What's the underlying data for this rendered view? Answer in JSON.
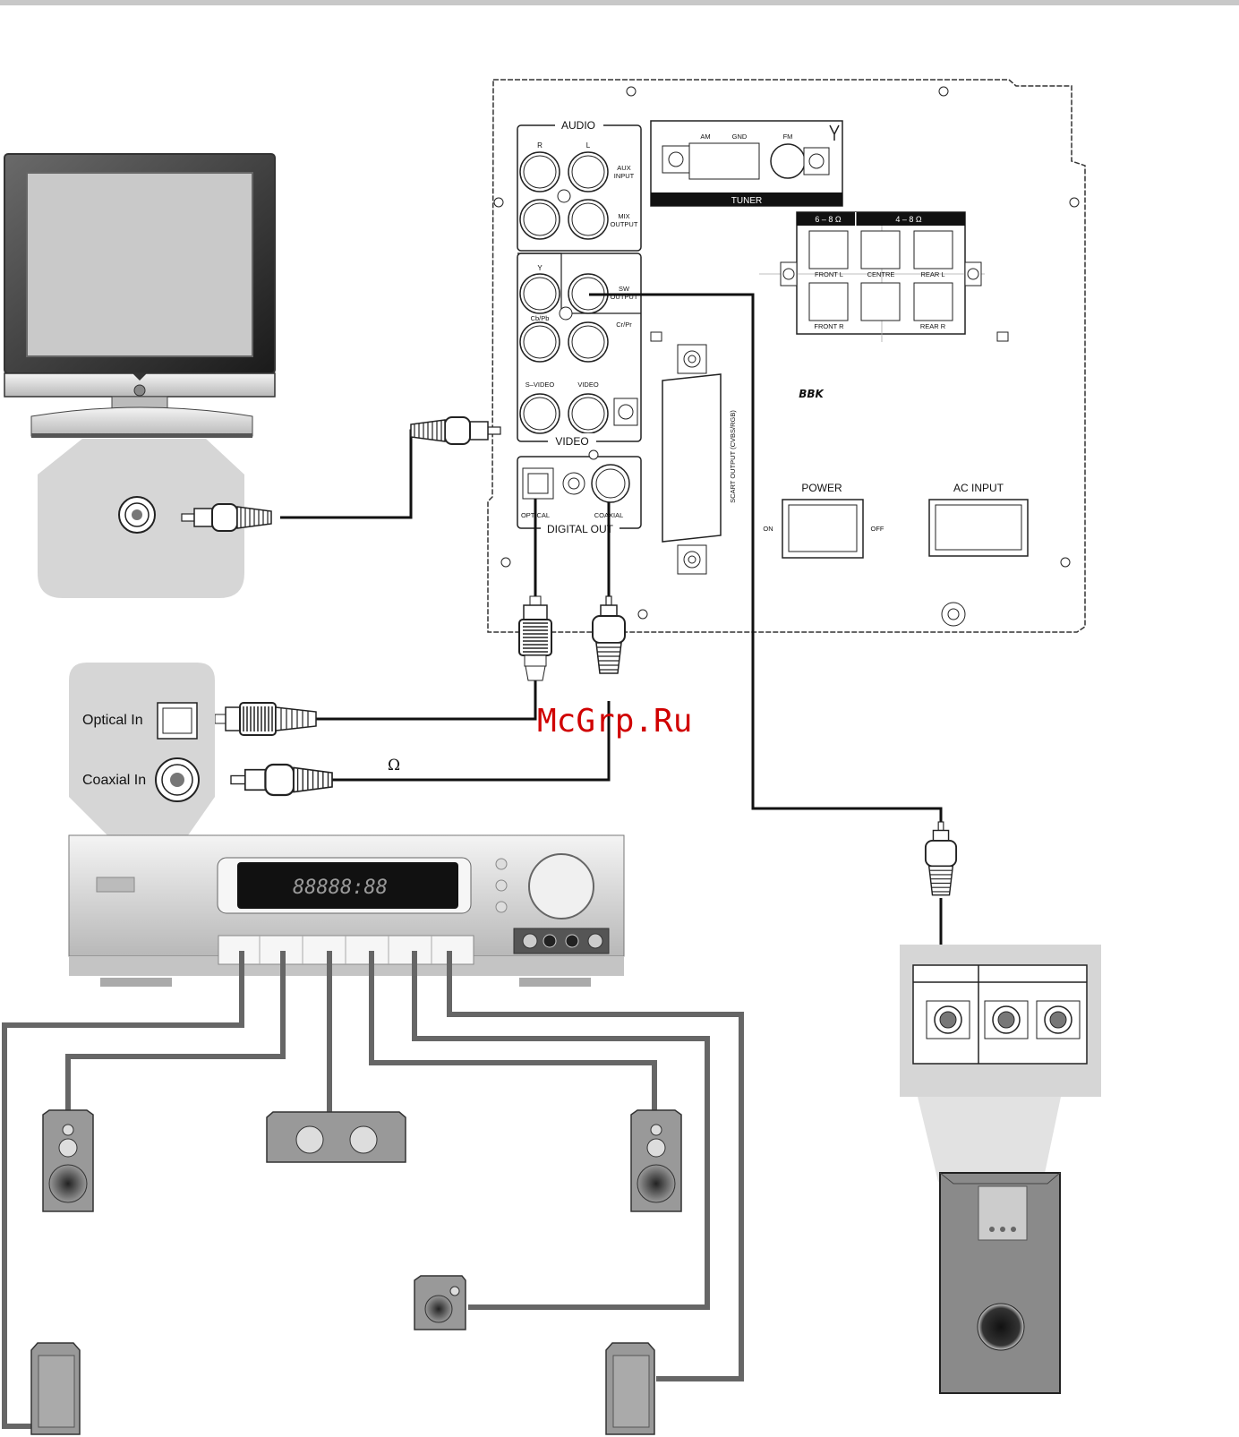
{
  "panel": {
    "audio_title": "AUDIO",
    "audio_r": "R",
    "audio_l": "L",
    "aux_input_1": "AUX",
    "aux_input_2": "INPUT",
    "mix_output_1": "MIX",
    "mix_output_2": "OUTPUT",
    "video_y": "Y",
    "sw_output_1": "SW",
    "sw_output_2": "OUTPUT",
    "video_cbpb": "Cb/Pb",
    "video_crpr": "Cr/Pr",
    "s_video": "S–VIDEO",
    "video_label": "VIDEO",
    "video_title": "VIDEO",
    "digital_optical": "OPTICAL",
    "digital_coaxial": "COAXIAL",
    "digital_out_title": "DIGITAL OUT",
    "tuner_am": "AM",
    "tuner_gnd": "GND",
    "tuner_fm": "FM",
    "tuner_title": "TUNER",
    "spk_6_8": "6 – 8 Ω",
    "spk_4_8": "4 – 8 Ω",
    "front_l": "FRONT L",
    "centre": "CENTRE",
    "rear_l": "REAR L",
    "front_r": "FRONT R",
    "rear_r": "REAR R",
    "brand": "BBK",
    "scart": "SCART OUTPUT (CVBS/RGB)",
    "power": "POWER",
    "on": "ON",
    "off": "OFF",
    "ac_input": "AC INPUT"
  },
  "receiver": {
    "optical_in": "Optical In",
    "coaxial_in": "Coaxial In",
    "display_text": "88888:88"
  },
  "omega": "Ω",
  "watermark": "McGrp.Ru",
  "icons": [
    "tv-icon",
    "receiver-icon",
    "subwoofer-icon",
    "speaker-icon",
    "rca-plug-icon",
    "optical-plug-icon"
  ]
}
